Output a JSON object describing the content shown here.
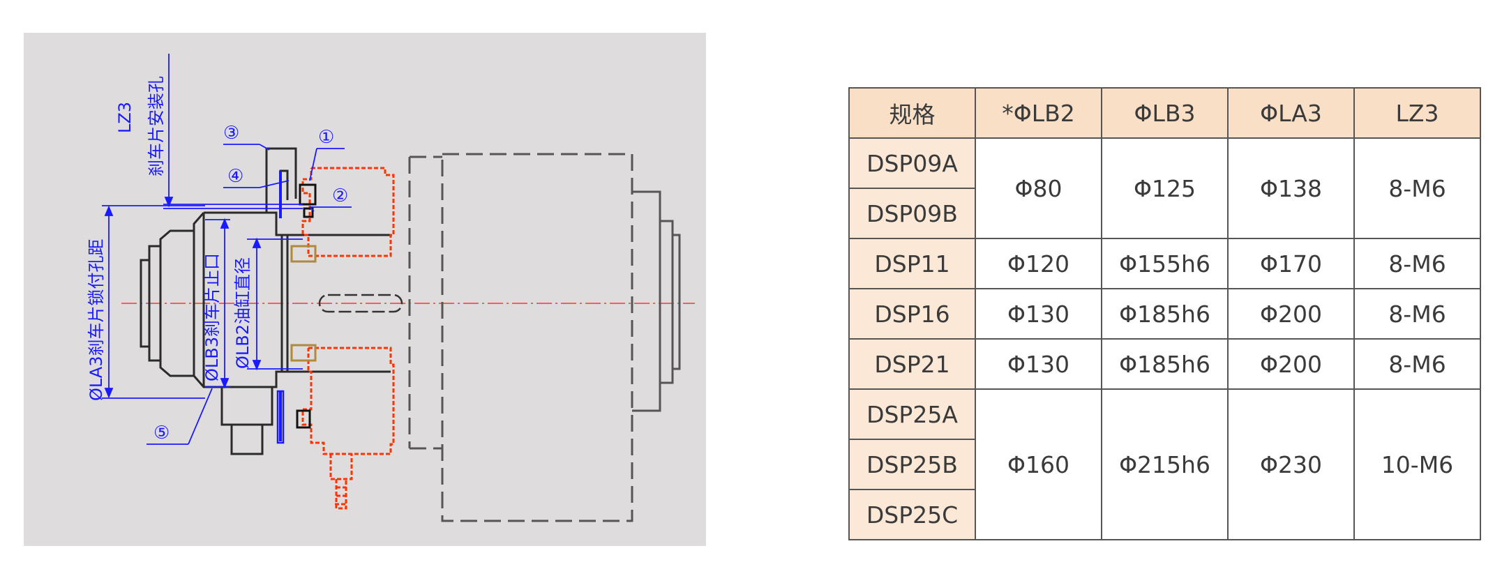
{
  "drawing": {
    "labels": {
      "lz3": "LZ3",
      "lz3_desc": "刹车片安装孔",
      "la3": "ØLA3刹车片锁付孔距",
      "lb3": "ØLB3刹车片止口",
      "lb2": "ØLB2油缸直径",
      "c1": "①",
      "c2": "②",
      "c3": "③",
      "c4": "④",
      "c5": "⑤"
    },
    "colors": {
      "background": "#dedcdc",
      "outline": "#2a2a2a",
      "dashed": "#555555",
      "highlight": "#ff3300",
      "dimension": "#1a1aff",
      "centerline": "#ff3333",
      "brass": "#b08a3a"
    }
  },
  "table": {
    "headers": [
      "规格",
      "*ΦLB2",
      "ΦLB3",
      "ΦLA3",
      "LZ3"
    ],
    "groups": [
      {
        "models": [
          "DSP09A",
          "DSP09B"
        ],
        "lb2": "Φ80",
        "lb3": "Φ125",
        "la3": "Φ138",
        "lz3": "8-M6"
      },
      {
        "models": [
          "DSP11"
        ],
        "lb2": "Φ120",
        "lb3": "Φ155h6",
        "la3": "Φ170",
        "lz3": "8-M6"
      },
      {
        "models": [
          "DSP16"
        ],
        "lb2": "Φ130",
        "lb3": "Φ185h6",
        "la3": "Φ200",
        "lz3": "8-M6"
      },
      {
        "models": [
          "DSP21"
        ],
        "lb2": "Φ130",
        "lb3": "Φ185h6",
        "la3": "Φ200",
        "lz3": "8-M6"
      },
      {
        "models": [
          "DSP25A",
          "DSP25B",
          "DSP25C"
        ],
        "lb2": "Φ160",
        "lb3": "Φ215h6",
        "la3": "Φ230",
        "lz3": "10-M6"
      }
    ]
  }
}
